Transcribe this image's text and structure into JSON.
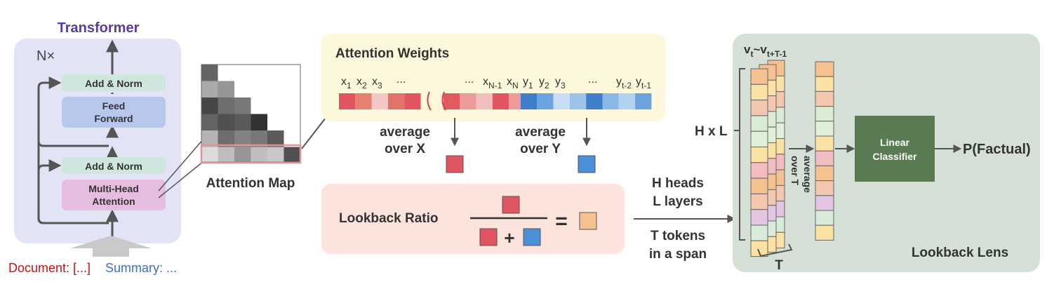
{
  "transformer": {
    "title": "Transformer",
    "repeat": "N×",
    "add_norm_top": "Add & Norm",
    "feed_forward_1": "Feed",
    "feed_forward_2": "Forward",
    "add_norm_bottom": "Add & Norm",
    "mha_1": "Multi-Head",
    "mha_2": "Attention",
    "input_document": "Document: [...]",
    "input_summary": "Summary: ..."
  },
  "attention_map": {
    "label": "Attention Map",
    "rows": [
      [
        0.7
      ],
      [
        0.35,
        0.45
      ],
      [
        0.85,
        0.65,
        0.6
      ],
      [
        0.7,
        0.8,
        0.75,
        0.95
      ],
      [
        0.3,
        0.65,
        0.55,
        0.6,
        0.75
      ],
      [
        0.1,
        0.25,
        0.45,
        0.25,
        0.2,
        0.8
      ]
    ]
  },
  "attention_weights": {
    "title": "Attention Weights",
    "ellipsis": "...",
    "x_tokens": [
      {
        "base": "x",
        "sub": "1"
      },
      {
        "base": "x",
        "sub": "2"
      },
      {
        "base": "x",
        "sub": "3"
      }
    ],
    "x_tail_tokens": [
      {
        "base": "x",
        "sub": "N-1"
      },
      {
        "base": "x",
        "sub": "N"
      }
    ],
    "y_tokens": [
      {
        "base": "y",
        "sub": "1"
      },
      {
        "base": "y",
        "sub": "2"
      },
      {
        "base": "y",
        "sub": "3"
      }
    ],
    "y_tail_tokens": [
      {
        "base": "y",
        "sub": "t-2"
      },
      {
        "base": "y",
        "sub": "t-1"
      }
    ],
    "red_cells_left": [
      "#e05560",
      "#e6806f",
      "#f3c7c6",
      "#e2736a",
      "#e05560"
    ],
    "red_cells_right": [
      "#e05a60",
      "#ee9a9b",
      "#f0bebc",
      "#df5560",
      "#ee9a9b"
    ],
    "blue_cells": [
      "#3f7ec8",
      "#6da3dc",
      "#c8ddf2",
      "#9ec3e8",
      "#3f7ec8",
      "#8ab8e6",
      "#b2d3f0",
      "#6da3dc"
    ],
    "avg_x_1": "average",
    "avg_x_2": "over X",
    "avg_y_1": "average",
    "avg_y_2": "over Y"
  },
  "lookback_ratio": {
    "label": "Lookback Ratio",
    "equals": "=",
    "plus": "+"
  },
  "middle_labels": {
    "heads": "H heads",
    "layers": "L layers",
    "tokens_1": "T tokens",
    "tokens_2": "in a span"
  },
  "lens": {
    "v_label_base_1": "v",
    "v_label_sub_1": "t",
    "v_label_tilde": "~",
    "v_label_base_2": "v",
    "v_label_sub_2": "t+T-1",
    "hxl": "H x L",
    "t_label": "T",
    "avg_over_t_1": "average",
    "avg_over_t_2": "over T",
    "classifier_1": "Linear",
    "classifier_2": "Classifier",
    "output": "P(Factual)",
    "title": "Lookback Lens",
    "column_colors": [
      "#f6c191",
      "#fbe2a4",
      "#f4c7b0",
      "#d9ecd3",
      "#e0f0d8",
      "#fbe2a4",
      "#f2bcc0",
      "#f6c191",
      "#f4c7b0",
      "#e3c6e2",
      "#d8ead8",
      "#fbe2a4"
    ]
  },
  "colors": {
    "transformer_bg": "#e3e3f6",
    "transformer_title": "#5b3aa1",
    "add_norm": "#cfe6dc",
    "feed_forward": "#b8c8ec",
    "mha": "#e6bde0",
    "weights_bg": "#fdf8db",
    "ratio_bg": "#fce4dc",
    "lens_bg": "#d5e0d7",
    "classifier": "#597a52",
    "red": "#e05560",
    "blue": "#4a8fd8",
    "orange": "#f6c191",
    "doc_red": "#cc1111",
    "sum_blue": "#3a6fd0"
  }
}
